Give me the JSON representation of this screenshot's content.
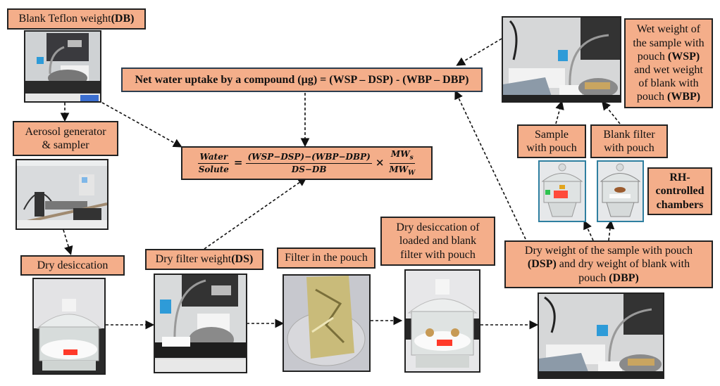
{
  "labels": {
    "blank_teflon": {
      "text": "Blank Teflon weight ",
      "bold": "(DB)"
    },
    "aerosol_line1": "Aerosol  generator",
    "aerosol_line2": "& sampler",
    "dry_desiccation": "Dry desiccation",
    "dry_filter": {
      "text": "Dry filter weight ",
      "bold": "(DS)"
    },
    "filter_pouch": "Filter in the pouch",
    "dry_desiccation_loaded": [
      "Dry desiccation of",
      "loaded and blank",
      "filter with pouch"
    ],
    "net_water": "Net water uptake by a compound (µg) = (WSP – DSP) - (WBP – DBP)",
    "wet_weight": {
      "line1": "Wet weight of",
      "line2": "the sample with",
      "line3a": "pouch ",
      "line3b": "(WSP)",
      "line4": "and wet weight",
      "line5": "of blank with",
      "line6a": "pouch ",
      "line6b": "(WBP)"
    },
    "sample_pouch": [
      "Sample",
      "with pouch"
    ],
    "blank_pouch": [
      "Blank filter",
      "with pouch"
    ],
    "rh_chambers": [
      "RH-",
      "controlled",
      "chambers"
    ],
    "dry_weight": {
      "line1": "Dry  weight of the sample with pouch",
      "line2a": "(DSP)",
      "line2b": " and dry weight of blank with",
      "line3a": "pouch ",
      "line3b": "(DBP)"
    }
  },
  "formula": {
    "lhs_num": "Water",
    "lhs_den": "Solute",
    "equals": "=",
    "mid_num": "(WSP−DSP)−(WBP−DBP)",
    "mid_den": "DS−DB",
    "times": "×",
    "rhs_num": "MW",
    "rhs_num_sub": "s",
    "rhs_den": "MW",
    "rhs_den_sub": "W"
  },
  "photos": {
    "balance_db": "Microbalance weighing blank Teflon filter",
    "aerosol": "Aerosol generator and sampler in fume hood",
    "desiccator": "Dry desiccator",
    "balance_ds": "Microbalance weighing dry filter",
    "pouch": "Filter in foil pouch",
    "desiccator_loaded": "Desiccator with loaded and blank pouches",
    "balance_wet": "Microbalance with wet pouches",
    "jar_sample": "RH chamber with sample pouch",
    "jar_blank": "RH chamber with blank pouch",
    "balance_dry": "Microbalance with dry pouches"
  }
}
